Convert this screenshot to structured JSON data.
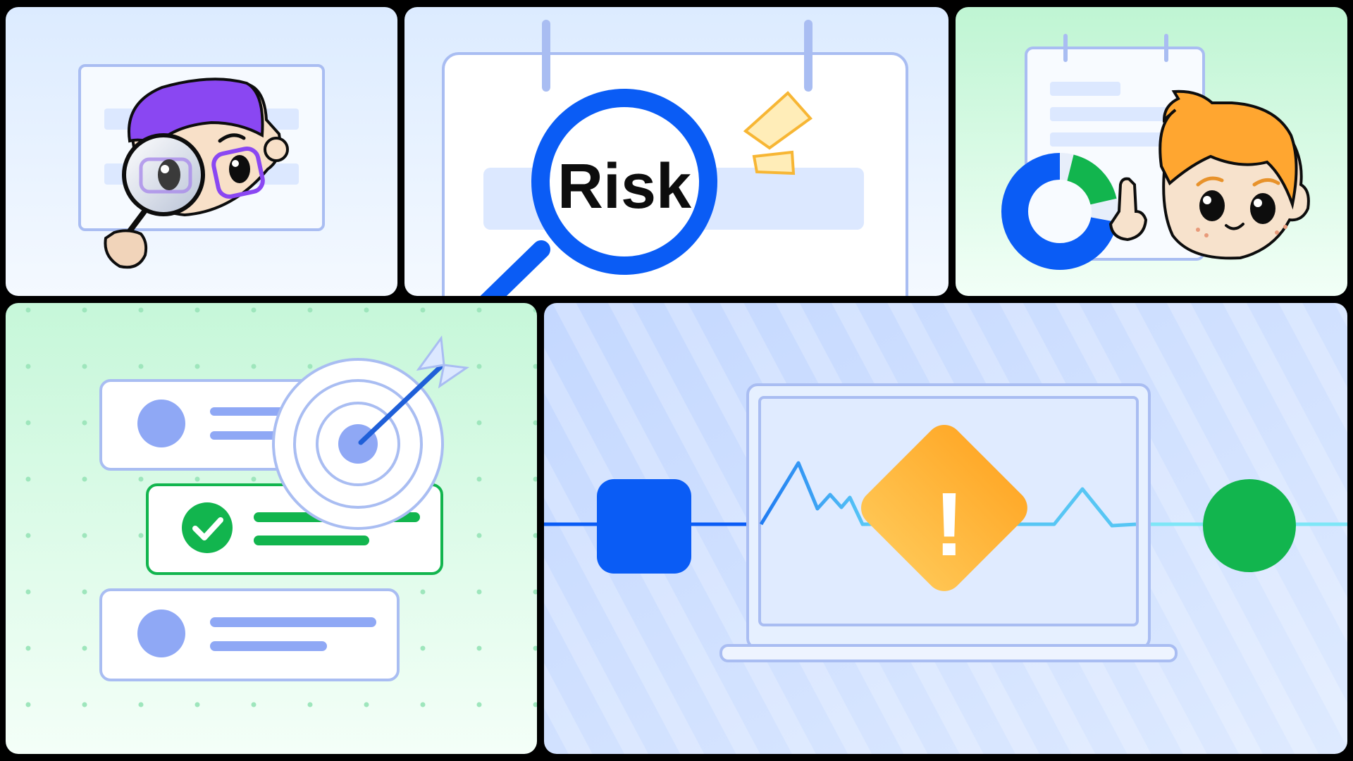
{
  "panels": {
    "review": {
      "icon": "magnifier-character-icon"
    },
    "risk": {
      "label": "Risk",
      "icon": "magnifying-glass-icon"
    },
    "report": {
      "icon": "donut-chart-character-icon",
      "donut_share": 0.72
    },
    "goals": {
      "icon": "target-checklist-icon",
      "checked_item": 2
    },
    "monitor": {
      "icon": "warning-icon",
      "warning_glyph": "!"
    }
  },
  "colors": {
    "background": "#000000",
    "accent_blue": "#0A5CF5",
    "soft_blue": "#8FA8F5",
    "line_blue": "#A9BDF2",
    "green": "#12B54E",
    "orange": "#FFAE2E",
    "purple": "#8A47F2"
  }
}
